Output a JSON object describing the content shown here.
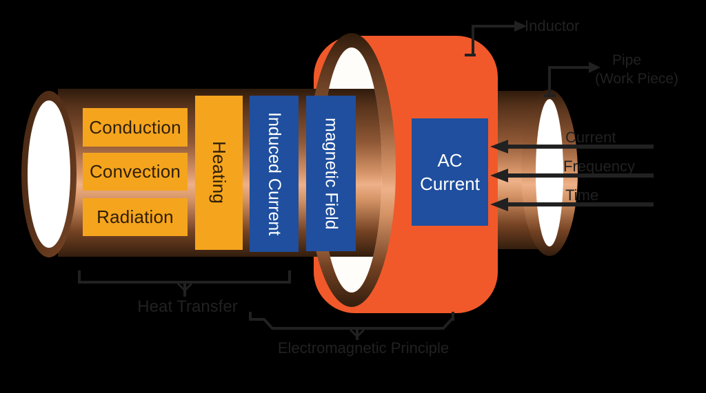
{
  "diagram": {
    "pipe_boxes": [
      {
        "label": "Conduction"
      },
      {
        "label": "Convection"
      },
      {
        "label": "Radiation"
      }
    ],
    "heating": {
      "label": "Heating"
    },
    "induced_current": {
      "label": "Induced Current"
    },
    "magnetic_field": {
      "label": "magnetic Field"
    },
    "ac_current": {
      "line1": "AC",
      "line2": "Current"
    },
    "annotations": {
      "inductor": "Inductor",
      "pipe_line1": "Pipe",
      "pipe_line2": "(Work Piece)",
      "current": "Current",
      "frequency": "Frequency",
      "time": "Time",
      "heat_transfer": "Heat Transfer",
      "electromagnetic_principle": "Electromagnetic Principle"
    },
    "colors": {
      "background": "#000000",
      "coil_orange": "#F1592B",
      "box_yellow": "#F5A51D",
      "box_blue": "#1F4F9E",
      "copper_light": "#EEB189",
      "copper_dark": "#331E0E",
      "line_art": "#212121",
      "box_text_dark": "#2F1E08",
      "box_text_light": "#FFFFFF"
    }
  }
}
